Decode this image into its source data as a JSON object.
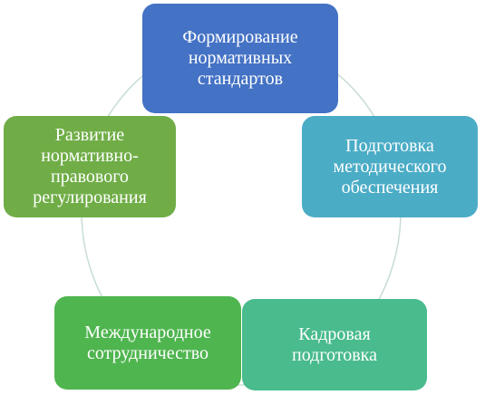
{
  "diagram": {
    "type": "cycle",
    "ring_color": "#c8ddd2",
    "nodes": [
      {
        "label": "Формирование\nнормативных\nстандартов",
        "color": "#4472c4"
      },
      {
        "label": "Подготовка\nметодического\nобеспечения",
        "color": "#4bacc6"
      },
      {
        "label": "Кадровая\nподготовка",
        "color": "#49bb8d"
      },
      {
        "label": "Международное\nсотрудничество",
        "color": "#4fb54f"
      },
      {
        "label": "Развитие\nнормативно-\nправового\nрегулирования",
        "color": "#70ad47"
      }
    ]
  }
}
